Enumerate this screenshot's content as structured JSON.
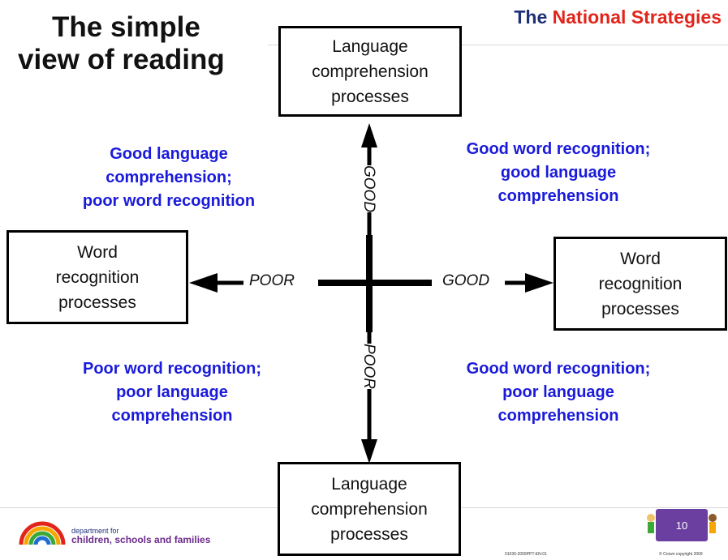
{
  "title_line1": "The simple",
  "title_line2": "view of reading",
  "brand": {
    "prefix": "The ",
    "accent": "National Strategies"
  },
  "boxes": {
    "top": "Language\ncomprehension\nprocesses",
    "left": "Word\nrecognition\nprocesses",
    "right": "Word\nrecognition\nprocesses",
    "bottom": "Language\ncomprehension\nprocesses"
  },
  "axis_labels": {
    "up": "GOOD",
    "down": "POOR",
    "left": "POOR",
    "right": "GOOD"
  },
  "quadrants": {
    "top_left": "Good  language\ncomprehension;\npoor word recognition",
    "top_right": "Good  word recognition;\ngood language\ncomprehension",
    "bottom_left": "Poor word recognition;\npoor language\ncomprehension",
    "bottom_right": "Good  word recognition;\npoor language\ncomprehension"
  },
  "footer": {
    "dept_line1": "department for",
    "dept_line2": "children, schools and families",
    "slide_number": "10",
    "ref_code": "01030-2009PPT-EN-01",
    "copyright": "© Crown copyright 2009"
  },
  "colors": {
    "quadrant_text": "#1a1adb",
    "brand_blue": "#1f2f78",
    "brand_red": "#e1251b",
    "slide_badge": "#6b3fa0"
  }
}
